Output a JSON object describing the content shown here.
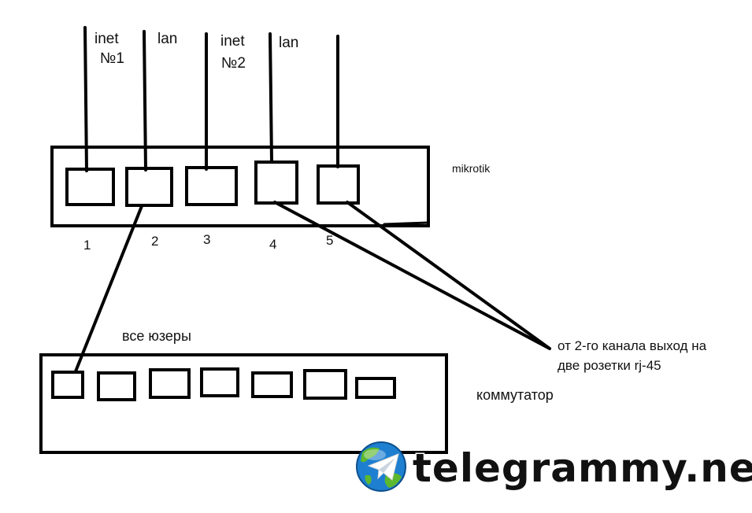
{
  "labels": {
    "wire1_line1": "inet",
    "wire1_line2": "№1",
    "wire2": "lan",
    "wire3_line1": "inet",
    "wire3_line2": "№2",
    "wire4": "lan",
    "router": "mikrotik",
    "port1": "1",
    "port2": "2",
    "port3": "3",
    "port4": "4",
    "port5": "5",
    "users": "все юзеры",
    "note_line1": "от 2-го канала выход на",
    "note_line2": "две розетки rj-45",
    "switch": "коммутатор"
  },
  "watermark": {
    "text": "telegrammy.net",
    "icon": "telegram-globe-icon"
  },
  "colors": {
    "stroke": "#000000",
    "text": "#111111",
    "globe_blue": "#1e7fd0",
    "globe_green": "#5cb82e"
  }
}
